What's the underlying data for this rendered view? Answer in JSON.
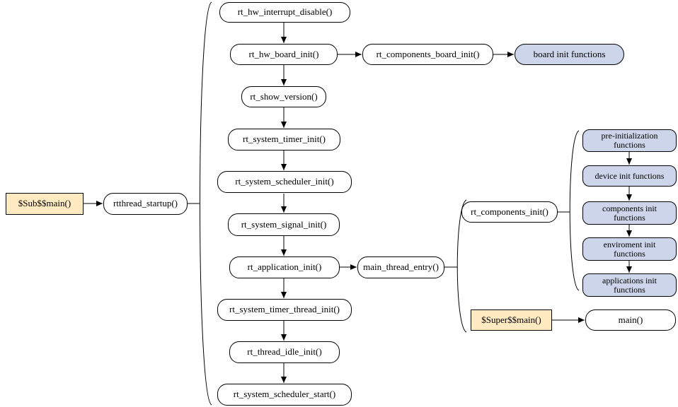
{
  "diagram": {
    "type": "flowchart",
    "colors": {
      "canvas_bg": "#ffffff",
      "node_fill": "#ffffff",
      "yellow_fill": "#ffeac2",
      "blue_fill": "#ccd5ea",
      "line_color": "#000000"
    },
    "nodes": {
      "sub_main": "$Sub$$main()",
      "rtthread_startup": "rtthread_startup()",
      "rt_hw_interrupt_disable": "rt_hw_interrupt_disable()",
      "rt_hw_board_init": "rt_hw_board_init()",
      "rt_components_board_init": "rt_components_board_init()",
      "board_init_functions": "board init functions",
      "rt_show_version": "rt_show_version()",
      "rt_system_timer_init": "rt_system_timer_init()",
      "rt_system_scheduler_init": "rt_system_scheduler_init()",
      "rt_system_signal_init": "rt_system_signal_init()",
      "rt_application_init": "rt_application_init()",
      "main_thread_entry": "main_thread_entry()",
      "rt_components_init": "rt_components_init()",
      "pre_initialization_functions": "pre-initialization functions",
      "device_init_functions": "device init functions",
      "components_init_functions": "components init functions",
      "enviroment_init_functions": "enviroment init functions",
      "applications_init_functions": "applications init functions",
      "super_main": "$Super$$main()",
      "main": "main()",
      "rt_system_timer_thread_init": "rt_system_timer_thread_init()",
      "rt_thread_idle_init": "rt_thread_idle_init()",
      "rt_system_scheduler_start": "rt_system_scheduler_start()"
    },
    "edges": [
      {
        "from": "sub_main",
        "to": "rtthread_startup"
      },
      {
        "from": "rtthread_startup",
        "to": "startup-sequence-brace"
      },
      {
        "from": "rt_hw_interrupt_disable",
        "to": "rt_hw_board_init"
      },
      {
        "from": "rt_hw_board_init",
        "to": "rt_components_board_init"
      },
      {
        "from": "rt_components_board_init",
        "to": "board_init_functions"
      },
      {
        "from": "rt_hw_board_init",
        "to": "rt_show_version"
      },
      {
        "from": "rt_show_version",
        "to": "rt_system_timer_init"
      },
      {
        "from": "rt_system_timer_init",
        "to": "rt_system_scheduler_init"
      },
      {
        "from": "rt_system_scheduler_init",
        "to": "rt_system_signal_init"
      },
      {
        "from": "rt_system_signal_init",
        "to": "rt_application_init"
      },
      {
        "from": "rt_application_init",
        "to": "main_thread_entry"
      },
      {
        "from": "main_thread_entry",
        "to": "main-branch-brace"
      },
      {
        "from": "rt_components_init",
        "to": "components-brace"
      },
      {
        "from": "pre_initialization_functions",
        "to": "device_init_functions"
      },
      {
        "from": "device_init_functions",
        "to": "components_init_functions"
      },
      {
        "from": "components_init_functions",
        "to": "enviroment_init_functions"
      },
      {
        "from": "enviroment_init_functions",
        "to": "applications_init_functions"
      },
      {
        "from": "super_main",
        "to": "main"
      },
      {
        "from": "rt_application_init",
        "to": "rt_system_timer_thread_init"
      },
      {
        "from": "rt_system_timer_thread_init",
        "to": "rt_thread_idle_init"
      },
      {
        "from": "rt_thread_idle_init",
        "to": "rt_system_scheduler_start"
      }
    ]
  }
}
